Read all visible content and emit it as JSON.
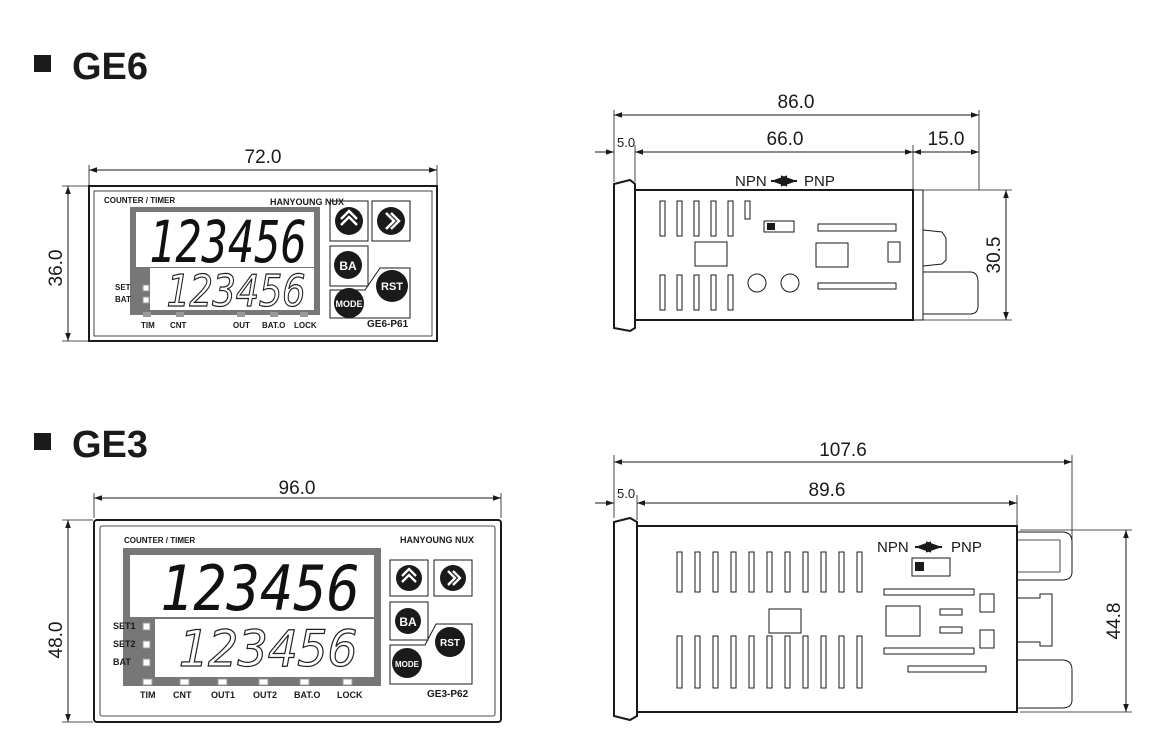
{
  "sections": [
    {
      "title": "GE6",
      "front": {
        "width_dim": "72.0",
        "height_dim": "36.0",
        "top_label": "COUNTER / TIMER",
        "brand": "HANYOUNG NUX",
        "display_main": "123456",
        "display_sub": "123456",
        "left_labels": [
          "SET",
          "BAT"
        ],
        "bottom_labels": [
          "TIM",
          "CNT",
          "OUT",
          "BAT.O",
          "LOCK"
        ],
        "buttons": [
          "BA",
          "RST",
          "MODE"
        ],
        "model": "GE6-P61"
      },
      "side": {
        "total_dim": "86.0",
        "front_dim": "5.0",
        "body_dim": "66.0",
        "rear_dim": "15.0",
        "height_dim": "30.5",
        "switch_left": "NPN",
        "switch_right": "PNP"
      }
    },
    {
      "title": "GE3",
      "front": {
        "width_dim": "96.0",
        "height_dim": "48.0",
        "top_label": "COUNTER / TIMER",
        "brand": "HANYOUNG NUX",
        "display_main": "123456",
        "display_sub": "123456",
        "left_labels": [
          "SET1",
          "SET2",
          "BAT"
        ],
        "bottom_labels": [
          "TIM",
          "CNT",
          "OUT1",
          "OUT2",
          "BAT.O",
          "LOCK"
        ],
        "buttons": [
          "BA",
          "RST",
          "MODE"
        ],
        "model": "GE3-P62"
      },
      "side": {
        "total_dim": "107.6",
        "front_dim": "5.0",
        "body_dim": "89.6",
        "height_dim": "44.8",
        "switch_left": "NPN",
        "switch_right": "PNP"
      }
    }
  ]
}
